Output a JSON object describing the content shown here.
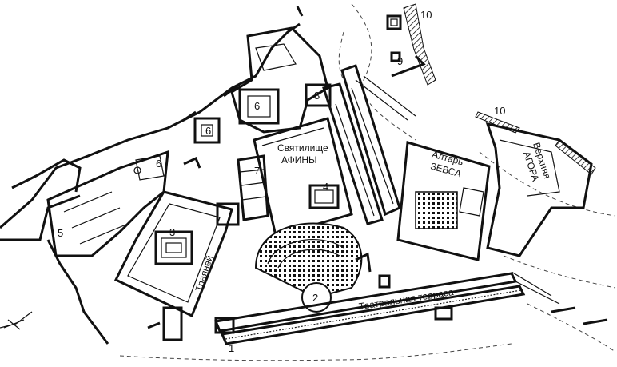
{
  "numbers": {
    "n1": "1",
    "n2": "2",
    "n3": "3",
    "n4": "4",
    "n5": "5",
    "n6a": "6",
    "n6b": "6",
    "n6c": "6",
    "n7": "7",
    "n8": "8",
    "n9": "9",
    "n10a": "10",
    "n10b": "10"
  },
  "labels": {
    "athena_1": "Святилище",
    "athena_2": "АФИНЫ",
    "altar_1": "Алтарь",
    "altar_2": "ЗЕВСА",
    "agora_1": "Верхняя",
    "agora_2": "АГОРА",
    "trajaneum": "Траяней",
    "terrace": "Театральная терраса"
  }
}
